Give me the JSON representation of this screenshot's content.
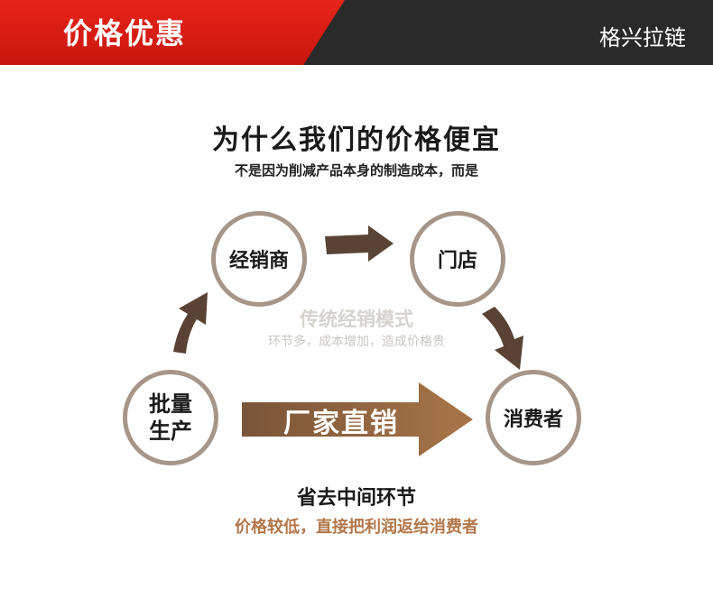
{
  "header": {
    "title": "价格优惠",
    "brand": "格兴拉链"
  },
  "main": {
    "title": "为什么我们的价格便宜",
    "subtitle": "不是因为削减产品本身的制造成本，而是"
  },
  "nodes": {
    "distributor": "经销商",
    "store": "门店",
    "production_line1": "批量",
    "production_line2": "生产",
    "consumer": "消费者"
  },
  "traditional": {
    "title": "传统经销模式",
    "subtitle": "环节多，成本增加，造成价格贵"
  },
  "direct": {
    "label": "厂家直销"
  },
  "footer": {
    "title": "省去中间环节",
    "subtitle": "价格较低，直接把利润返给消费者"
  },
  "colors": {
    "header_red": "#e01e14",
    "header_dark": "#2a2a2a",
    "arrow_dark": "#5a4335",
    "arrow_brown": "#9a6a44",
    "circle_border": "#a69689",
    "accent_text": "#b2774b"
  }
}
